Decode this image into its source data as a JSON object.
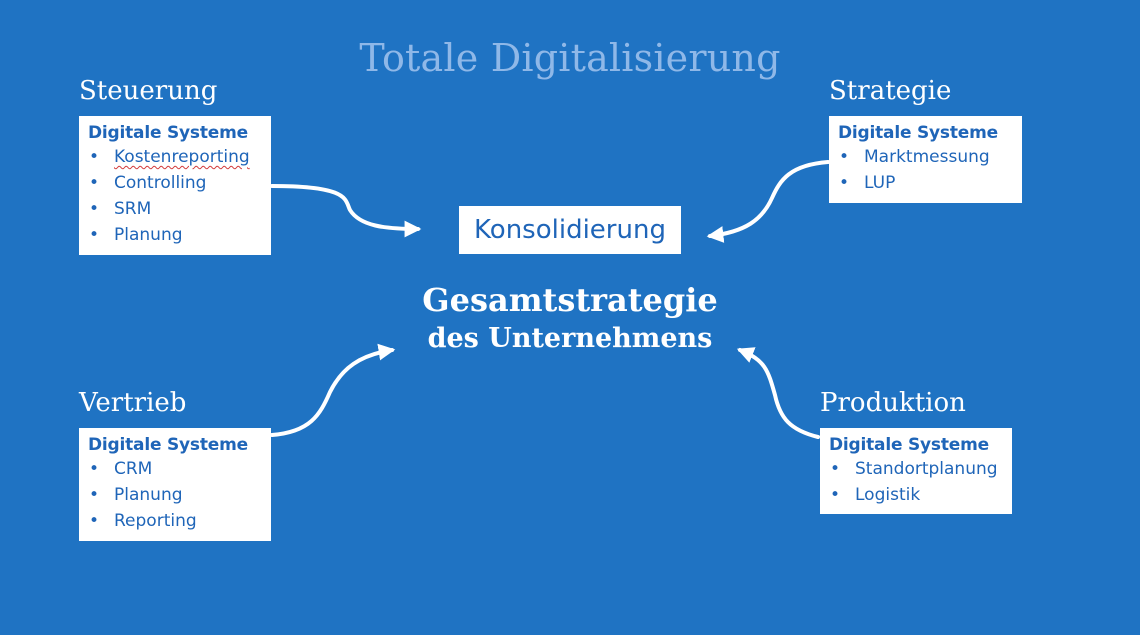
{
  "title": "Totale Digitalisierung",
  "center": {
    "box_label": "Konsolidierung",
    "line1": "Gesamtstrategie",
    "line2": "des Unternehmens"
  },
  "sections": {
    "steuerung": {
      "label": "Steuerung",
      "heading": "Digitale Systeme",
      "items": [
        "Kostenreporting",
        "Controlling",
        "SRM",
        "Planung"
      ]
    },
    "strategie": {
      "label": "Strategie",
      "heading": "Digitale Systeme",
      "items": [
        "Marktmessung",
        "LUP"
      ]
    },
    "vertrieb": {
      "label": "Vertrieb",
      "heading": "Digitale Systeme",
      "items": [
        "CRM",
        "Planung",
        "Reporting"
      ]
    },
    "produktion": {
      "label": "Produktion",
      "heading": "Digitale Systeme",
      "items": [
        "Standortplanung",
        "Logistik"
      ]
    }
  },
  "bullet_glyph": "•",
  "colors": {
    "background": "#1f73c3",
    "title": "#8fb8e8",
    "box_text": "#1f65b8",
    "white": "#ffffff"
  }
}
